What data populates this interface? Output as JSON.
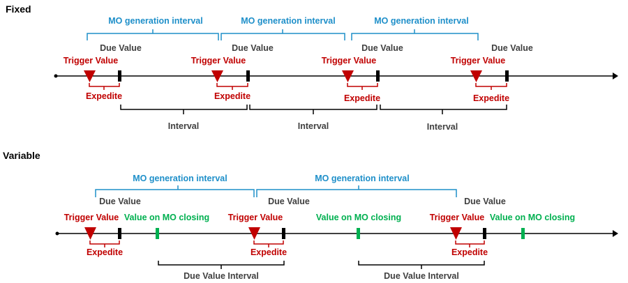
{
  "labels": {
    "fixed": "Fixed",
    "variable": "Variable",
    "mo_interval": "MO generation interval",
    "due_value": "Due Value",
    "trigger_value": "Trigger Value",
    "expedite": "Expedite",
    "interval": "Interval",
    "value_on_mo_closing": "Value on MO closing",
    "due_value_interval": "Due Value Interval"
  },
  "colors": {
    "mo_bracket": "#1e8fc9",
    "trigger": "#c00000",
    "closing": "#00b050",
    "axis": "#000000",
    "label": "#404040",
    "title": "#404040"
  },
  "icons": {
    "trigger_marker": "down-triangle-icon",
    "due_marker": "tick-mark-icon",
    "closing_marker": "green-tick-icon",
    "axis_arrow": "arrow-right-icon"
  }
}
